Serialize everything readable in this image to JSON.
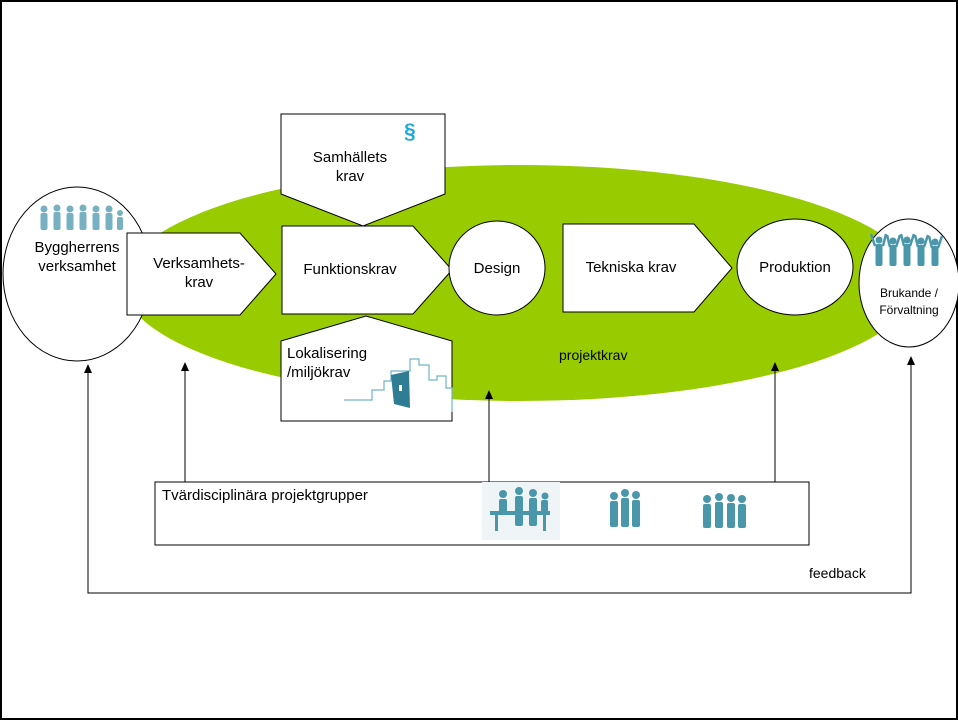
{
  "nodes": {
    "byggherrens": "Byggherrens\nverksamhet",
    "verksamhetskrav": "Verksamhets-\nkrav",
    "funktionskrav": "Funktionskrav",
    "design": "Design",
    "tekniska": "Tekniska krav",
    "produktion": "Produktion",
    "brukande": "Brukande /\nFörvaltning",
    "samhallets": "Samhällets\nkrav",
    "lokalisering": "Lokalisering\n/miljökrav"
  },
  "symbols": {
    "paragraph": "§"
  },
  "labels": {
    "projektkrav": "projektkrav",
    "groups": "Tvärdisciplinära projektgrupper",
    "feedback": "feedback"
  },
  "colors": {
    "ellipse_green": "#99CC00",
    "people_teal": "#4A96AB",
    "paragraph_blue": "#1FA8D8",
    "building_teal": "#2E7D95"
  },
  "icons": [
    "people-group-icon",
    "celebrating-people-icon",
    "paragraph-icon",
    "building-skyline-icon",
    "meeting-people-icon",
    "standing-people-icon",
    "business-people-icon"
  ]
}
